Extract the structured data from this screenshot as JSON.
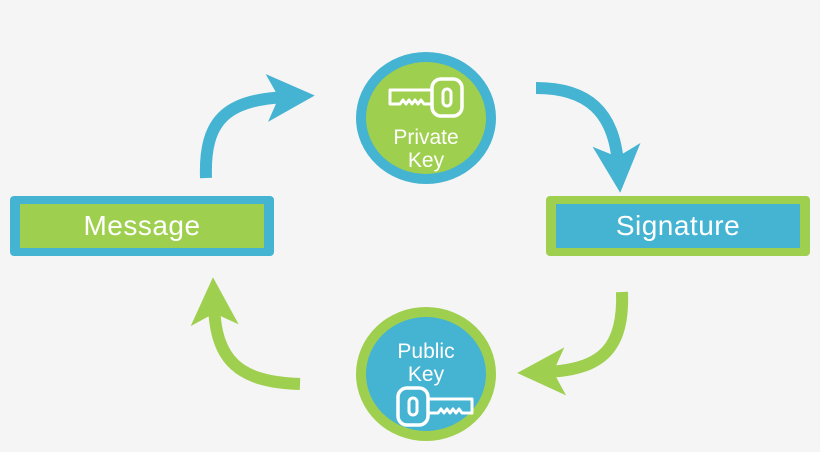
{
  "nodes": {
    "message": {
      "label": "Message"
    },
    "signature": {
      "label": "Signature"
    },
    "private_key": {
      "line1": "Private",
      "line2": "Key",
      "icon": "key-icon"
    },
    "public_key": {
      "line1": "Public",
      "line2": "Key",
      "icon": "key-icon"
    }
  },
  "colors": {
    "blue": "#45b3d2",
    "green": "#9fcf4e",
    "white": "#ffffff",
    "background": "#f5f5f5"
  },
  "flow": [
    {
      "from": "message",
      "to": "private_key",
      "color": "blue"
    },
    {
      "from": "private_key",
      "to": "signature",
      "color": "blue"
    },
    {
      "from": "signature",
      "to": "public_key",
      "color": "green"
    },
    {
      "from": "public_key",
      "to": "message",
      "color": "green"
    }
  ]
}
